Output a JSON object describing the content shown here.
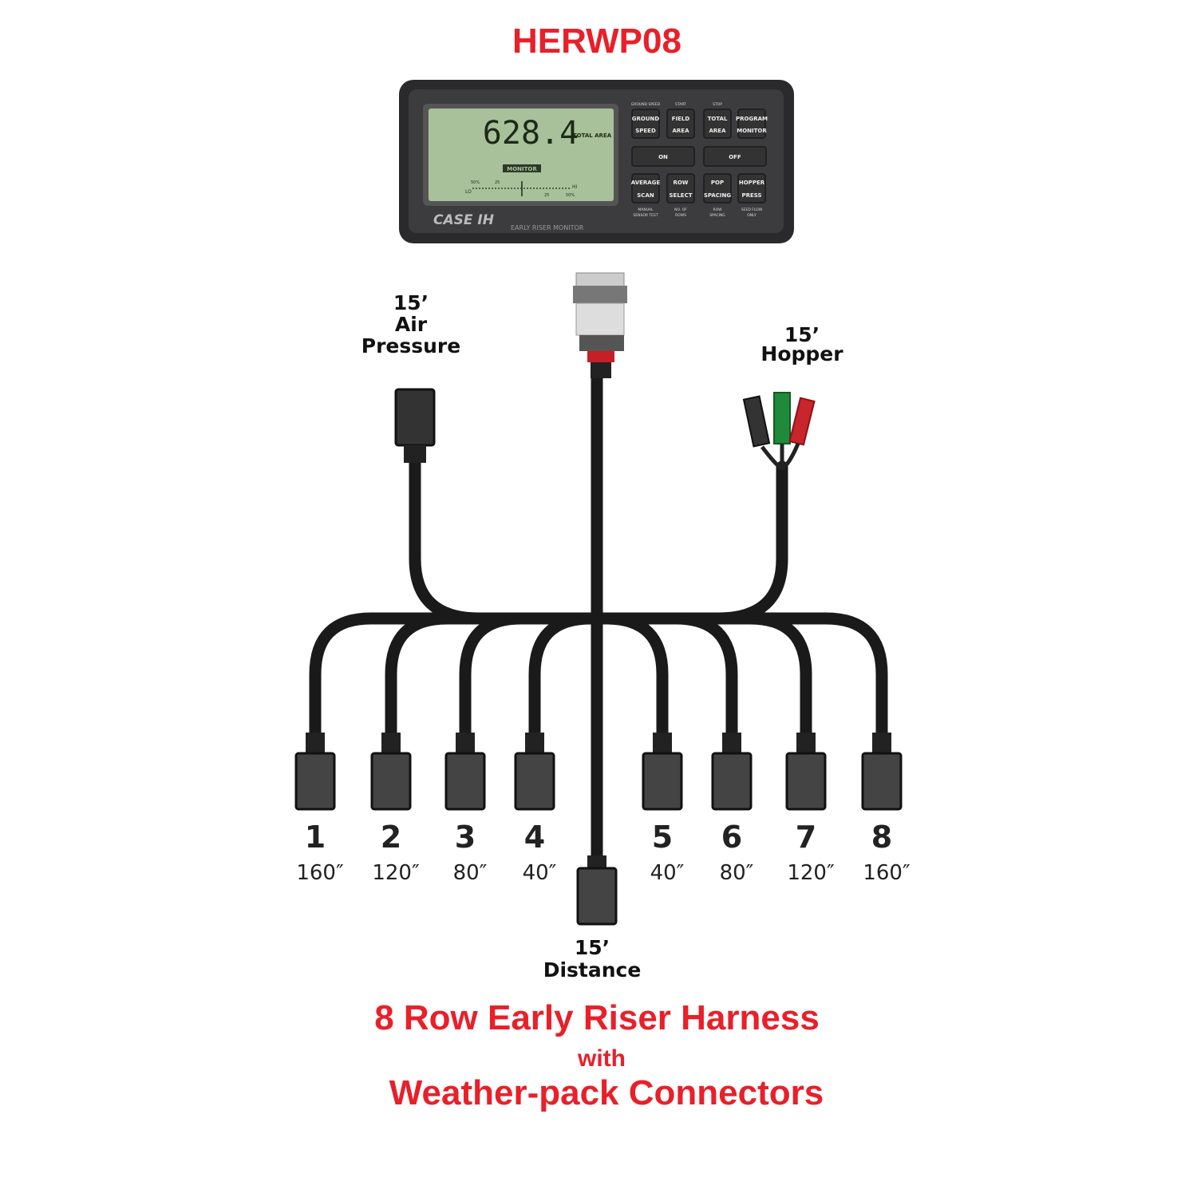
{
  "title": "HERWP08",
  "monitor": {
    "display_value": "628.4",
    "display_unit": "TOTAL AREA",
    "display_mode": "MONITOR",
    "scale_left": "LO",
    "scale_right": "HI",
    "scale_top": [
      "50%",
      "25"
    ],
    "scale_bottom": [
      "25",
      "50%"
    ],
    "brand": "CASE IH",
    "model": "EARLY RISER MONITOR",
    "top_labels": [
      "GROUND SPEED",
      "START",
      "STOP",
      ""
    ],
    "top_buttons": [
      [
        "GROUND",
        "SPEED"
      ],
      [
        "FIELD",
        "AREA"
      ],
      [
        "TOTAL",
        "AREA"
      ],
      [
        "PROGRAM",
        "MONITOR"
      ]
    ],
    "on_label": "ON",
    "off_label": "OFF",
    "bottom_buttons": [
      [
        "AVERAGE",
        "SCAN"
      ],
      [
        "ROW",
        "SELECT"
      ],
      [
        "POP",
        "SPACING"
      ],
      [
        "HOPPER",
        "PRESS"
      ]
    ],
    "bottom_labels": [
      [
        "MANUAL",
        "SENSOR TEST"
      ],
      [
        "NO. OF",
        "ROWS"
      ],
      [
        "ROW",
        "SPACING"
      ],
      [
        "SEED FLOW",
        "ONLY"
      ]
    ]
  },
  "air_pressure": {
    "length": "15’",
    "line1": "Air",
    "line2": "Pressure"
  },
  "hopper": {
    "length": "15’",
    "name": "Hopper"
  },
  "distance": {
    "length": "15’",
    "name": "Distance"
  },
  "rows": [
    {
      "number": "1",
      "length": "160″"
    },
    {
      "number": "2",
      "length": "120″"
    },
    {
      "number": "3",
      "length": "80″"
    },
    {
      "number": "4",
      "length": "40″"
    },
    {
      "number": "5",
      "length": "40″"
    },
    {
      "number": "6",
      "length": "80″"
    },
    {
      "number": "7",
      "length": "120″"
    },
    {
      "number": "8",
      "length": "160″"
    }
  ],
  "caption": {
    "line1": "8 Row Early Riser Harness",
    "line2": "with",
    "line3": "Weather-pack Connectors"
  },
  "colors": {
    "accent": "#e8202a",
    "cable": "#1a1a1a",
    "screen": "#a9c19a"
  }
}
